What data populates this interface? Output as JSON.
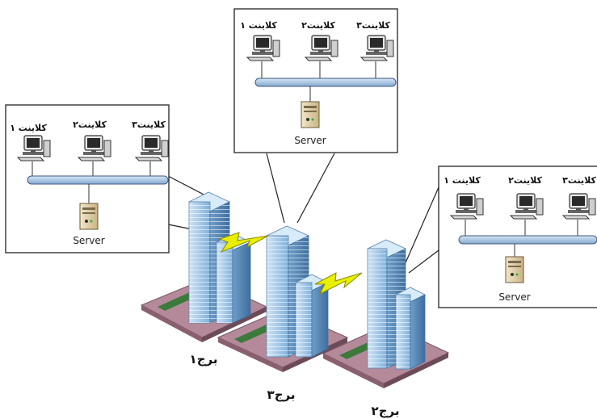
{
  "lans": [
    {
      "clients": [
        "کلاینت ۱",
        "کلاینت۲",
        "کلاینت۳"
      ],
      "server": "Server"
    },
    {
      "clients": [
        "کلاینت ۱",
        "کلاینت۲",
        "کلاینت۳"
      ],
      "server": "Server"
    },
    {
      "clients": [
        "کلاینت ۱",
        "کلاینت۲",
        "کلاینت۳"
      ],
      "server": "Server"
    }
  ],
  "towers": [
    "برج۱",
    "برج۳",
    "برج۲"
  ],
  "colors": {
    "bus": "#a9c4e0",
    "bus_stroke": "#3c5a80",
    "lightning": "#e8f000",
    "tower_front": "#9ec6e6",
    "tower_side": "#6f9ec9",
    "base_plate": "#b48a9a"
  }
}
